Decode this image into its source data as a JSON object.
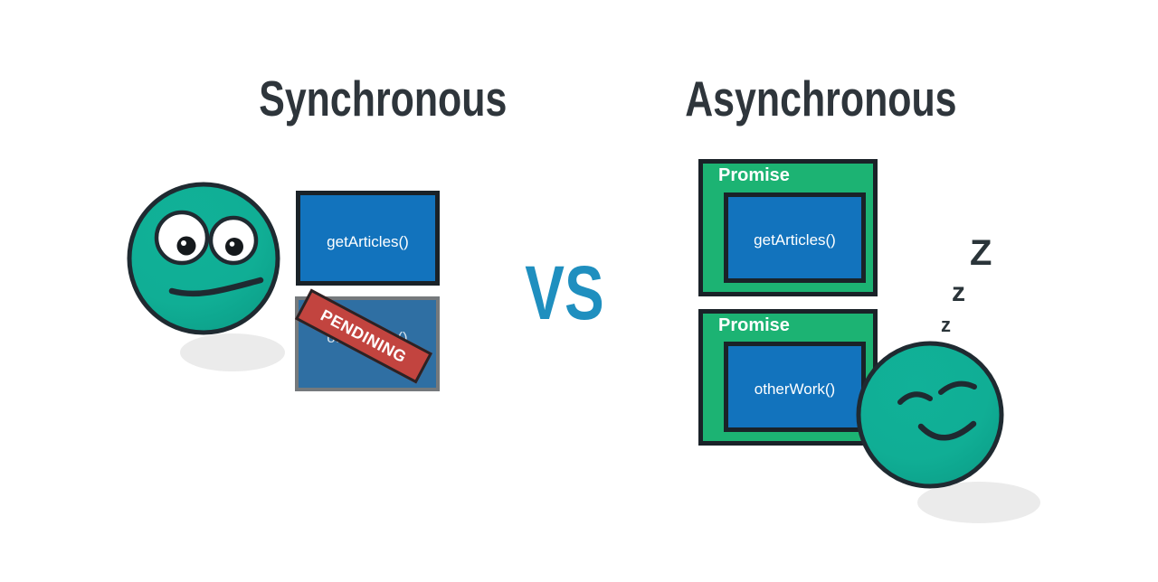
{
  "diagram": {
    "left": {
      "title": "Synchronous",
      "call_box": "getArticles()",
      "blocked_box": "otherWork()",
      "banner": "PENDINING"
    },
    "vs": "VS",
    "right": {
      "title": "Asynchronous",
      "promises": [
        {
          "label": "Promise",
          "body": "getArticles()"
        },
        {
          "label": "Promise",
          "body": "otherWork()"
        }
      ],
      "sleep": {
        "z_large": "Z",
        "z_medium": "z",
        "z_small": "z"
      }
    },
    "icons": {
      "worried_face": "worried-face-icon",
      "sleeping_face": "sleeping-face-icon"
    },
    "colors": {
      "face_teal": "#0FAE94",
      "face_teal_shade": "#0B9C86",
      "promise_green": "#1CB373",
      "action_blue": "#1273BD",
      "pending_blue": "#2F6FA3",
      "pending_border_gray": "#75797C",
      "banner_red": "#C2443F",
      "vs_blue": "#1F8FBF",
      "outline_dark": "#1A2228",
      "title_text": "#2E353B",
      "shadow_gray": "#EBEBEB"
    }
  }
}
